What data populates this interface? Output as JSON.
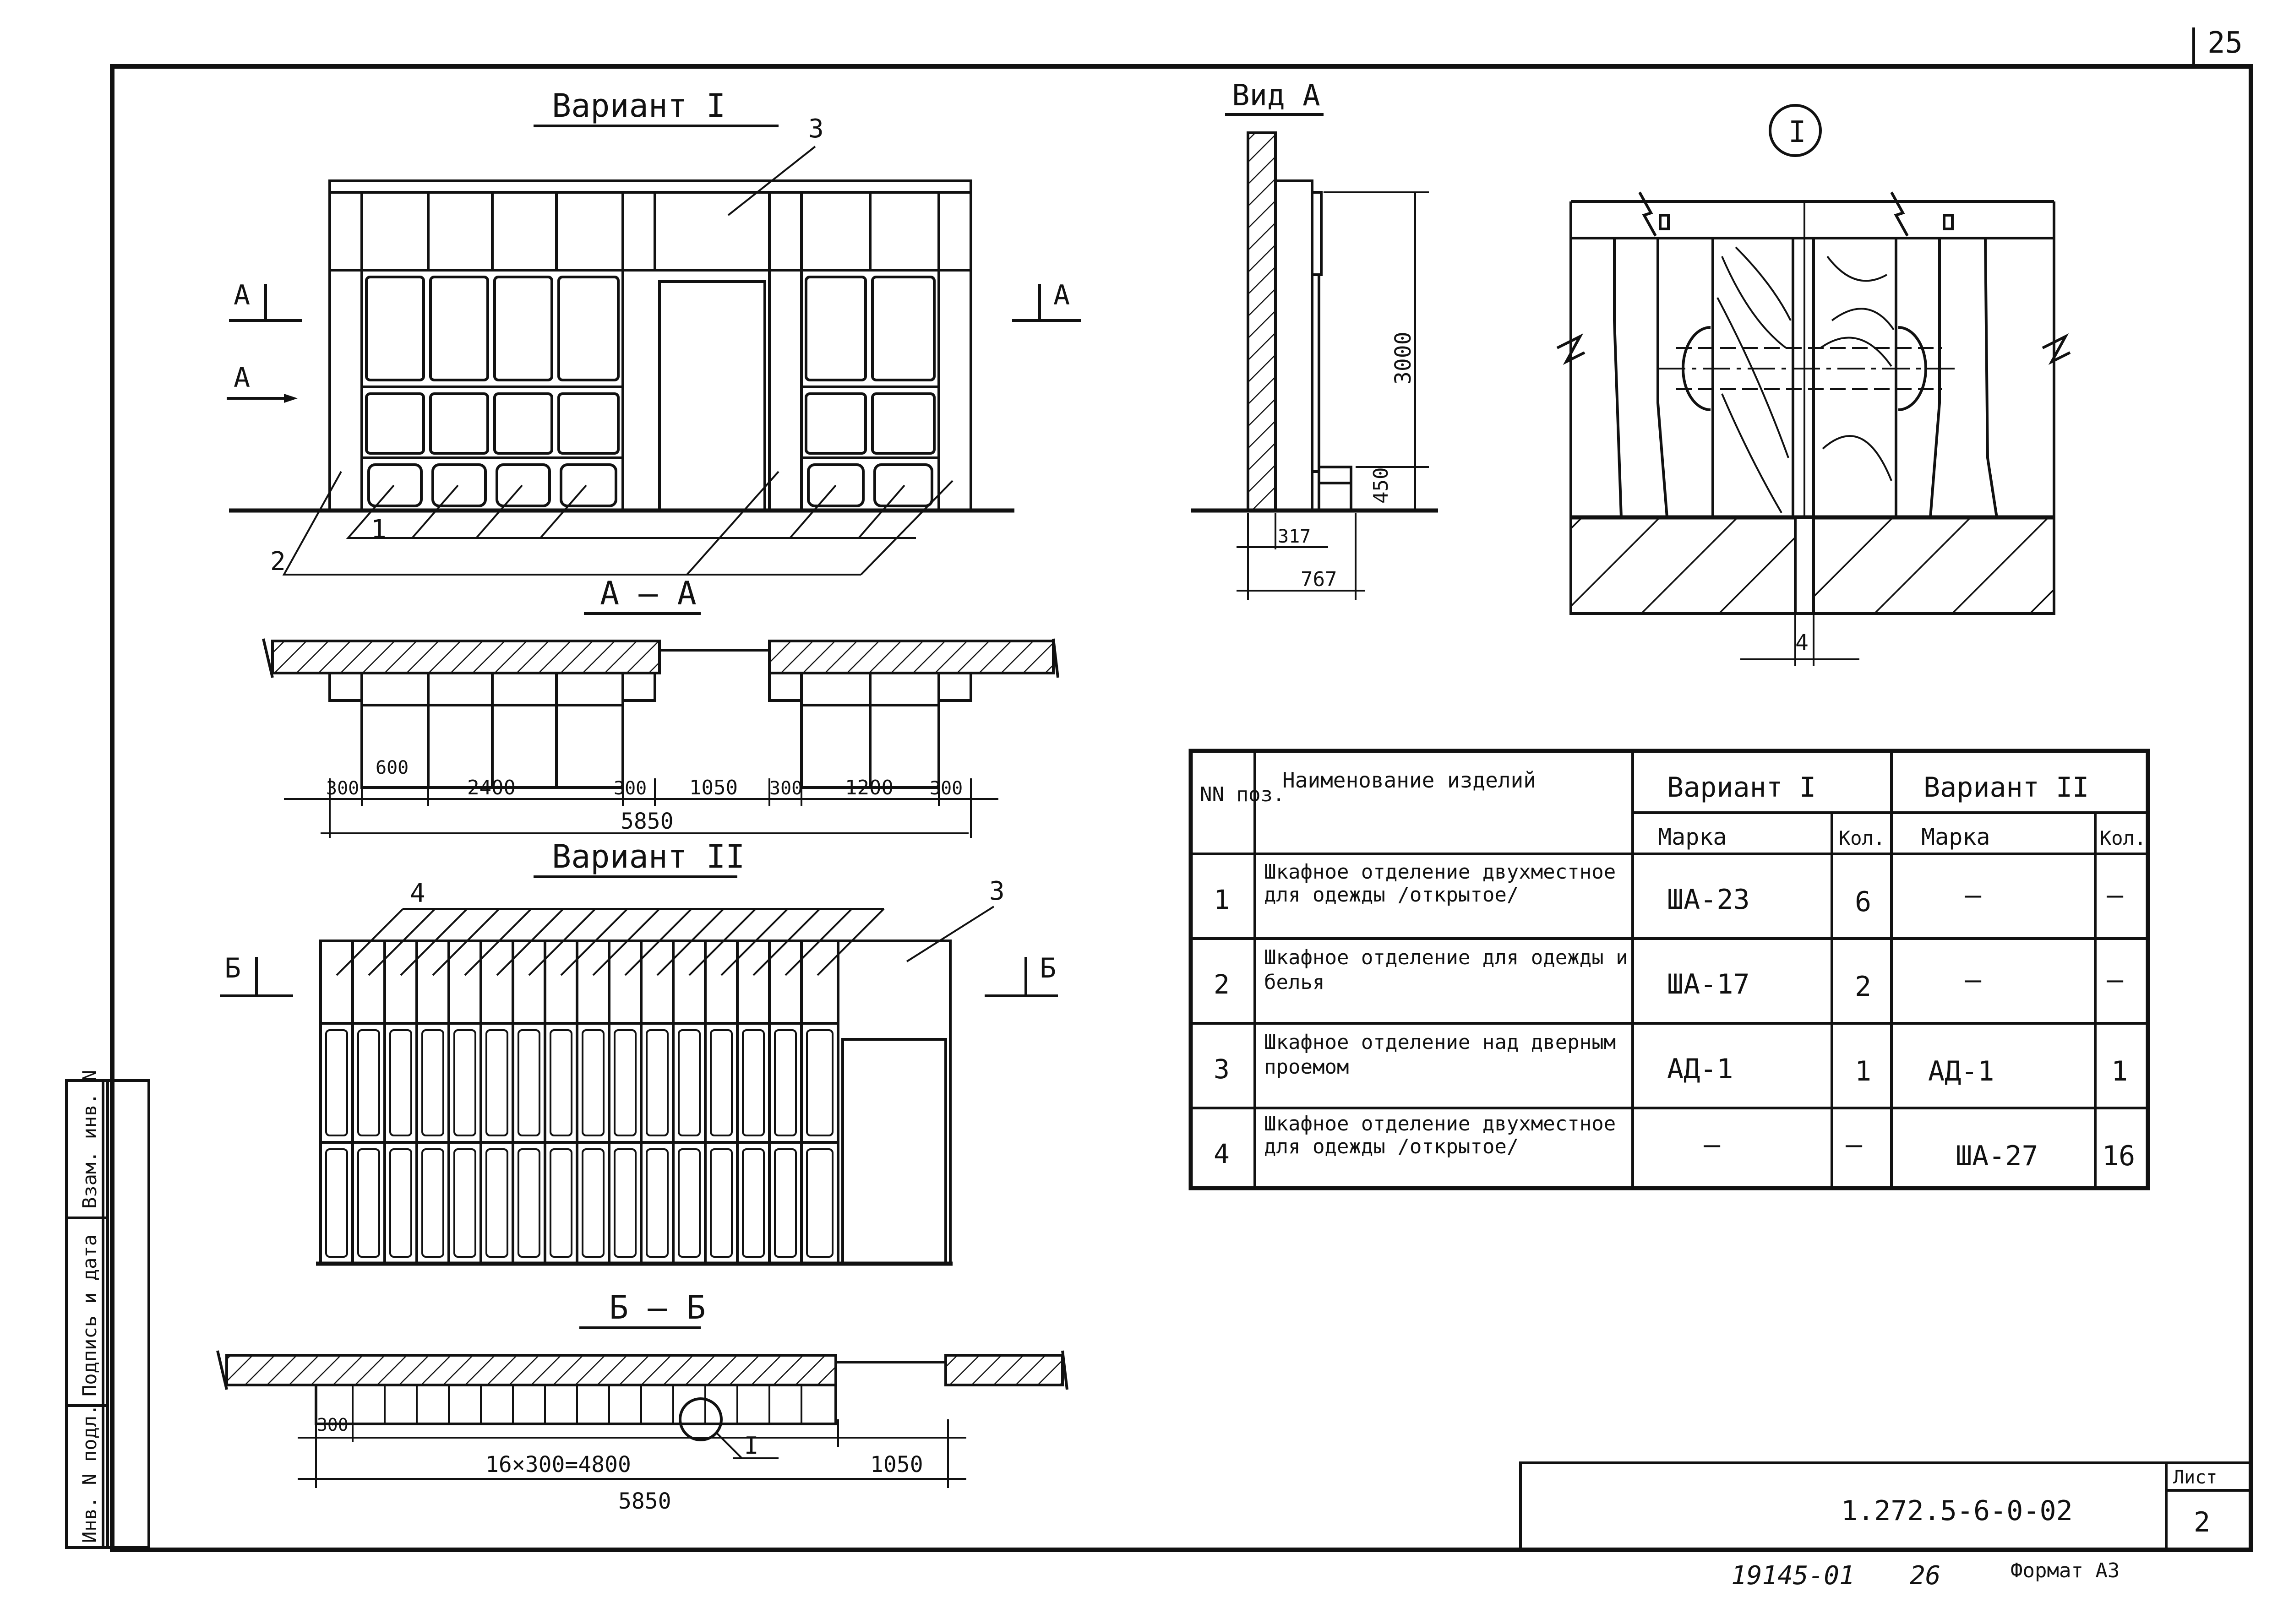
{
  "page_number": "25",
  "views": {
    "variant1_title": "Вариант I",
    "variant2_title": "Вариант II",
    "section_aa_title": "А — А",
    "section_bb_title": "Б — Б",
    "view_a_title": "Вид А",
    "detail_mark": "I",
    "cut_a": "А",
    "cut_b": "Б",
    "callouts": {
      "c1": "1",
      "c2": "2",
      "c3": "3",
      "c4": "4",
      "c3b": "3",
      "detail_ref": "I"
    }
  },
  "dimensions": {
    "aa": {
      "d300a": "300",
      "d600": "600",
      "d2400": "2400",
      "d300b": "300",
      "d1050": "1050",
      "d300c": "300",
      "d1200": "1200",
      "d300d": "300",
      "total": "5850"
    },
    "bb": {
      "d300": "300",
      "d4800": "16×300=4800",
      "d1050": "1050",
      "total": "5850"
    },
    "view_a": {
      "h3000": "3000",
      "h450": "450",
      "w317": "317",
      "w767": "767"
    },
    "detail": {
      "gap": "4"
    }
  },
  "table": {
    "head_no": "NN поз.",
    "head_name": "Наименование изделий",
    "head_v1": "Вариант I",
    "head_v2": "Вариант II",
    "head_mark": "Марка",
    "head_qty": "Кол.",
    "rows": [
      {
        "no": "1",
        "name": "Шкафное отделение двухместное для одежды /открытое/",
        "v1_mark": "ША-23",
        "v1_qty": "6",
        "v2_mark": "—",
        "v2_qty": "—"
      },
      {
        "no": "2",
        "name": "Шкафное отделение для одежды и белья",
        "v1_mark": "ША-17",
        "v1_qty": "2",
        "v2_mark": "—",
        "v2_qty": "—"
      },
      {
        "no": "3",
        "name": "Шкафное отделение над дверным проемом",
        "v1_mark": "АД-1",
        "v1_qty": "1",
        "v2_mark": "АД-1",
        "v2_qty": "1"
      },
      {
        "no": "4",
        "name": "Шкафное отделение двухместное для одежды /открытое/",
        "v1_mark": "—",
        "v1_qty": "—",
        "v2_mark": "ША-27",
        "v2_qty": "16"
      }
    ]
  },
  "stamp": {
    "doc_code": "1.272.5-6-0-02",
    "sheet_label": "Лист",
    "sheet_no": "2"
  },
  "side_stamp": {
    "inv_podl": "Инв. N подл.",
    "podpis": "Подпись и дата",
    "vzam": "Взам. инв. N"
  },
  "footer": {
    "archive_no": "19145-01",
    "page": "26",
    "format": "Формат А3"
  }
}
